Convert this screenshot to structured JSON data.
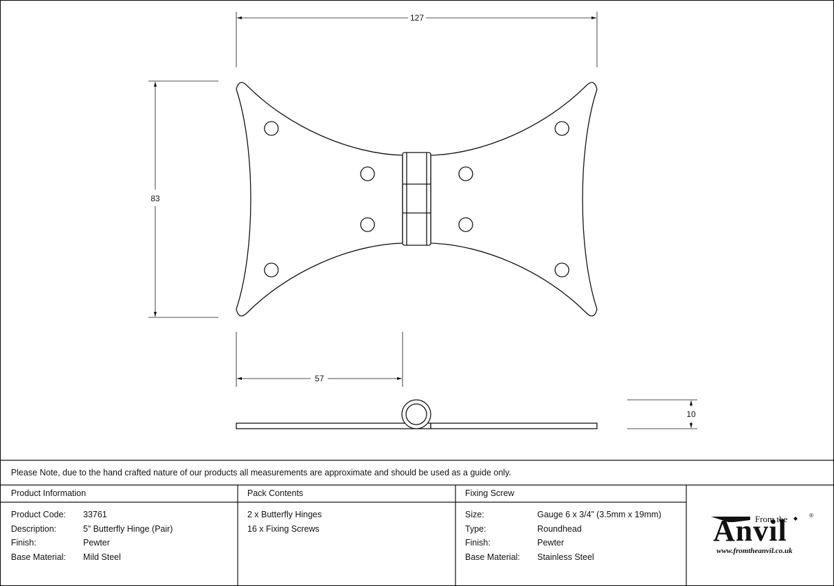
{
  "drawing": {
    "dim_width": "127",
    "dim_height": "83",
    "dim_leaf": "57",
    "dim_thickness": "10"
  },
  "note": "Please Note, due to the hand crafted nature of our products all measurements are approximate and should be used as a guide only.",
  "product_info": {
    "heading": "Product Information",
    "rows": [
      {
        "label": "Product Code:",
        "value": "33761"
      },
      {
        "label": "Description:",
        "value": "5” Butterfly Hinge (Pair)"
      },
      {
        "label": "Finish:",
        "value": "Pewter"
      },
      {
        "label": "Base Material:",
        "value": "Mild Steel"
      }
    ]
  },
  "pack_contents": {
    "heading": "Pack Contents",
    "items": [
      "2 x Butterfly Hinges",
      "16 x Fixing Screws"
    ]
  },
  "fixing_screw": {
    "heading": "Fixing Screw",
    "rows": [
      {
        "label": "Size:",
        "value": "Gauge 6 x 3/4” (3.5mm x 19mm)"
      },
      {
        "label": "Type:",
        "value": "Roundhead"
      },
      {
        "label": "Finish:",
        "value": "Pewter"
      },
      {
        "label": "Base Material:",
        "value": "Stainless Steel"
      }
    ]
  },
  "logo": {
    "from_the": "From the",
    "brand": "Anvil",
    "reg": "®",
    "url": "www.fromtheanvil.co.uk"
  }
}
